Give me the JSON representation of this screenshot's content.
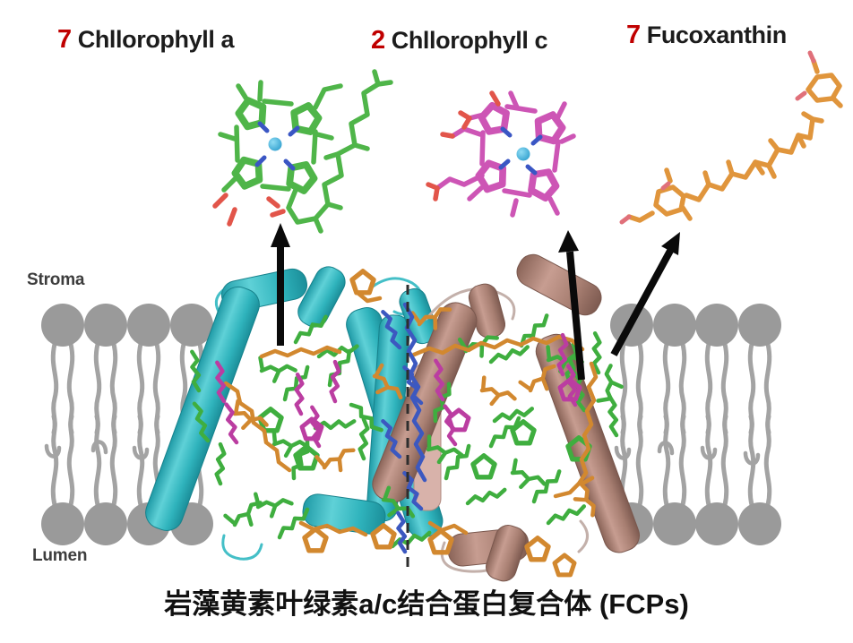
{
  "figure": {
    "caption": "岩藻黄素叶绿素a/c结合蛋白复合体 (FCPs)",
    "stroma_label": "Stroma",
    "lumen_label": "Lumen"
  },
  "pigment_labels": [
    {
      "count": "7",
      "name": "Chllorophyll a"
    },
    {
      "count": "2",
      "name": "Chllorophyll c"
    },
    {
      "count": "7",
      "name": "Fucoxanthin"
    }
  ],
  "colors": {
    "count_red": "#c00000",
    "label_black": "#1c1c1c",
    "chlorophyll_a_green": "#4fb549",
    "chlorophyll_c_magenta": "#cd55b5",
    "fucoxanthin_orange": "#e0953c",
    "fucoxanthin_oxygen_pink": "#e0707a",
    "pigment_green": "#3fae3f",
    "pigment_orange": "#d2882f",
    "pigment_magenta": "#bb3da1",
    "pigment_blue": "#3c58c0",
    "nitrogen_blue": "#3a56c4",
    "oxygen_red": "#e2554a",
    "magnesium_cyan": "#41aede",
    "lipid_gray": "#9a9a9a",
    "protein_a_cyan": "#3cbdc5",
    "protein_b_brown": "#a87f72",
    "arrow_black": "#0a0a0a"
  }
}
